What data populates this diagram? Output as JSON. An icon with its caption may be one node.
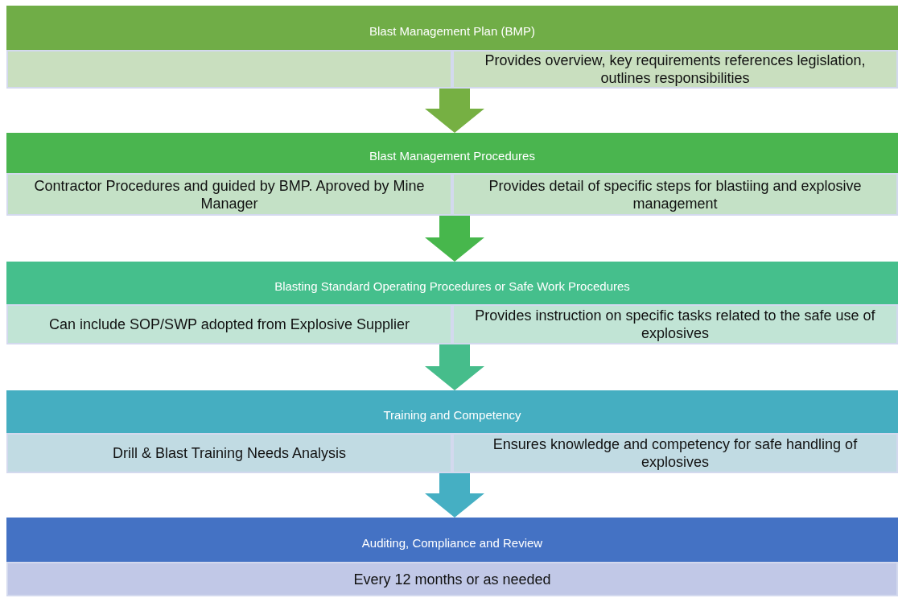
{
  "diagram": {
    "nodes": [
      {
        "text": [
          "Blast Management Plan (BMP)"
        ]
      },
      {
        "text": [],
        "shape": "box",
        "in": 0
      },
      {
        "text": [
          "Provides overview, key requirements references legislation, outlines responsibilities"
        ],
        "in": 0
      },
      {
        "text": [
          "Blast Management Procedures"
        ]
      },
      {
        "text": [
          "Contractor Procedures and guided by BMP. Aproved by Mine Manager"
        ],
        "in": 3
      },
      {
        "text": [
          "Provides detail of specific steps for blastiing and explosive management"
        ],
        "in": 3
      },
      {
        "text": [
          "Blasting Standard Operating Procedures or Safe Work Procedures"
        ]
      },
      {
        "text": [
          "Can include  SOP/SWP adopted from Explosive Supplier"
        ],
        "in": 6
      },
      {
        "text": [
          "Provides instruction on specific tasks related to the safe use of explosives"
        ],
        "in": 6
      },
      {
        "text": [
          "Training and Competency"
        ]
      },
      {
        "text": [
          "Drill & Blast Training Needs Analysis"
        ],
        "in": 9
      },
      {
        "text": [
          "Ensures knowledge and competency  for safe handling of explosives"
        ],
        "in": 9
      },
      {
        "text": [
          "Auditing, Compliance and Review"
        ]
      },
      {
        "text": [
          "Every 12 months or as needed"
        ],
        "in": 12
      }
    ],
    "edges": [
      {
        "from": 0,
        "to": 3,
        "arrow": "to",
        "color": "#76b043"
      },
      {
        "from": 3,
        "to": 6,
        "arrow": "to",
        "color": "#47b74c"
      },
      {
        "from": 6,
        "to": 9,
        "arrow": "to",
        "color": "#46bd8b"
      },
      {
        "from": 9,
        "to": 12,
        "arrow": "to",
        "color": "#45afc3"
      }
    ]
  }
}
